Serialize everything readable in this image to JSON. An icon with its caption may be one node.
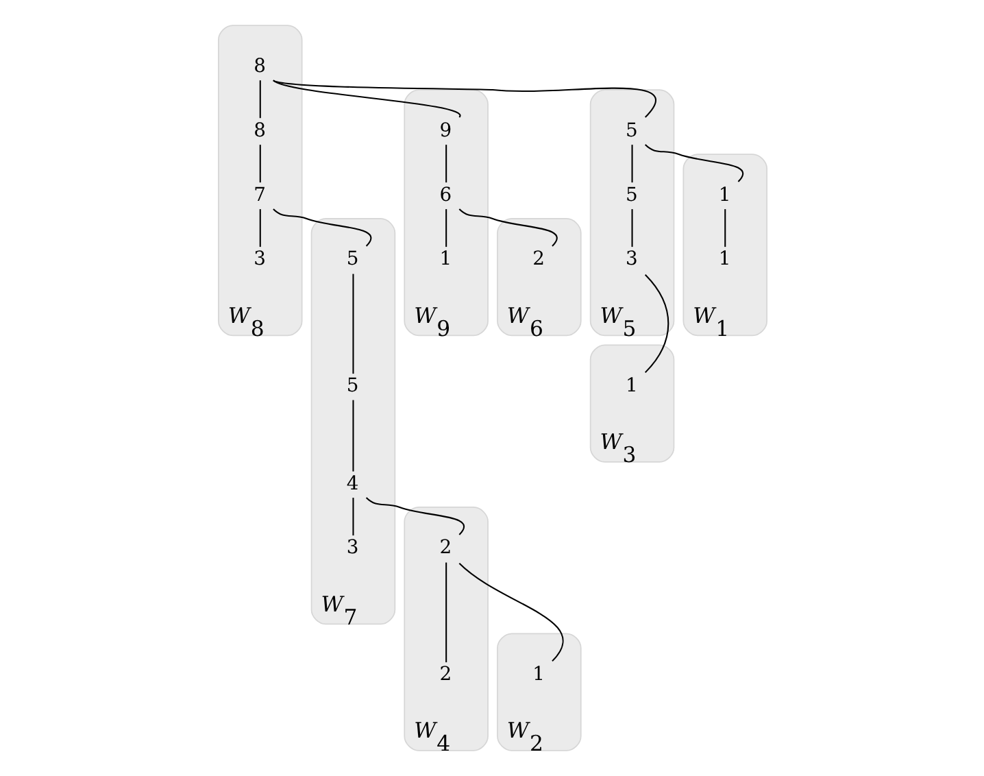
{
  "diagram": {
    "nodes": [
      {
        "text": [
          "W$_{9}$"
        ]
      },
      {
        "text": [
          "9"
        ],
        "in": 0
      },
      {
        "text": [
          "6"
        ],
        "in": 0
      },
      {
        "text": [
          "1"
        ],
        "in": 0
      },
      {
        "text": [
          "W$_{6}$"
        ]
      },
      {
        "text": [
          "2"
        ],
        "in": 4
      },
      {
        "text": [
          "W$_{8}$"
        ]
      },
      {
        "text": [
          "8"
        ],
        "in": 6
      },
      {
        "text": [
          "8"
        ],
        "in": 6
      },
      {
        "text": [
          "7"
        ],
        "in": 6
      },
      {
        "text": [
          "3"
        ],
        "in": 6
      },
      {
        "text": [
          "W$_{5}$"
        ]
      },
      {
        "text": [
          "5"
        ],
        "in": 11
      },
      {
        "text": [
          "5"
        ],
        "in": 11
      },
      {
        "text": [
          "3"
        ],
        "in": 11
      },
      {
        "text": [
          "W$_{1}$"
        ]
      },
      {
        "text": [
          "1"
        ],
        "in": 15
      },
      {
        "text": [
          "1"
        ],
        "in": 15
      },
      {
        "text": [
          "W$_{3}$"
        ]
      },
      {
        "text": [
          "1"
        ],
        "in": 18
      },
      {
        "text": [
          "W$_{7}$"
        ]
      },
      {
        "text": [
          "5"
        ],
        "in": 20
      },
      {
        "text": [
          "5"
        ],
        "in": 20
      },
      {
        "text": [
          "4"
        ],
        "in": 20
      },
      {
        "text": [
          "3"
        ],
        "in": 20
      },
      {
        "text": [
          "W$_{4}$"
        ]
      },
      {
        "text": [
          "2"
        ],
        "in": 25
      },
      {
        "text": [
          "2"
        ],
        "in": 25
      },
      {
        "text": [
          "W$_{2}$"
        ]
      },
      {
        "text": [
          "1"
        ],
        "in": 28
      }
    ],
    "edges": [
      {
        "from": 1,
        "to": 2,
        "arrow": "none"
      },
      {
        "from": 2,
        "to": 5,
        "arrow": "none"
      },
      {
        "from": 2,
        "to": 3,
        "arrow": "none"
      },
      {
        "from": 7,
        "to": 1,
        "arrow": "none"
      },
      {
        "from": 7,
        "to": 8,
        "arrow": "none"
      },
      {
        "from": 8,
        "to": 9,
        "arrow": "none"
      },
      {
        "from": 9,
        "to": 10,
        "arrow": "none"
      },
      {
        "from": 7,
        "to": 12,
        "arrow": "none"
      },
      {
        "from": 12,
        "to": 16,
        "arrow": "none"
      },
      {
        "from": 16,
        "to": 17,
        "arrow": "none"
      },
      {
        "from": 12,
        "to": 13,
        "arrow": "none"
      },
      {
        "from": 13,
        "to": 14,
        "arrow": "none"
      },
      {
        "from": 14,
        "to": 19,
        "arrow": "none"
      },
      {
        "from": 9,
        "to": 21,
        "arrow": "none"
      },
      {
        "from": 21,
        "to": 22,
        "arrow": "none"
      },
      {
        "from": 22,
        "to": 23,
        "arrow": "none"
      },
      {
        "from": 23,
        "to": 24,
        "arrow": "none"
      },
      {
        "from": 23,
        "to": 26,
        "arrow": "none"
      },
      {
        "from": 26,
        "to": 29,
        "arrow": "none"
      },
      {
        "from": 26,
        "to": 27,
        "arrow": "none"
      }
    ]
  }
}
